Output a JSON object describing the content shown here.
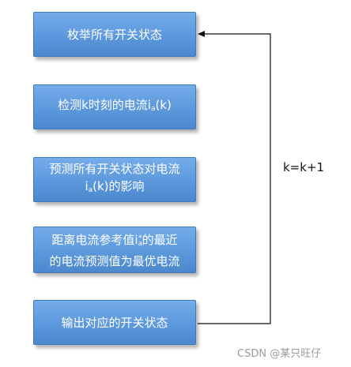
{
  "steps": [
    {
      "text": "枚举所有开关状态"
    },
    {
      "prefix": "检测k时刻的电流i",
      "sub": "a",
      "suffix": "(k)"
    },
    {
      "line1": "预测所有开关状态对电流",
      "line2_prefix": "i",
      "line2_sub": "a",
      "line2_suffix": "(k)的影响"
    },
    {
      "line1_prefix": "距离电流参考值i",
      "line1_sub": "a",
      "line1_sup": "*",
      "line1_suffix": "的最近",
      "line2": "的电流预测值为最优电流"
    },
    {
      "text": "输出对应的开关状态"
    }
  ],
  "loop_label": "k=k+1",
  "watermark": "CSDN @某只旺仔",
  "colors": {
    "box_fill": "#5c98dc",
    "box_border": "#3f79ba",
    "box_text": "#ffffff",
    "connector": "#111111"
  }
}
